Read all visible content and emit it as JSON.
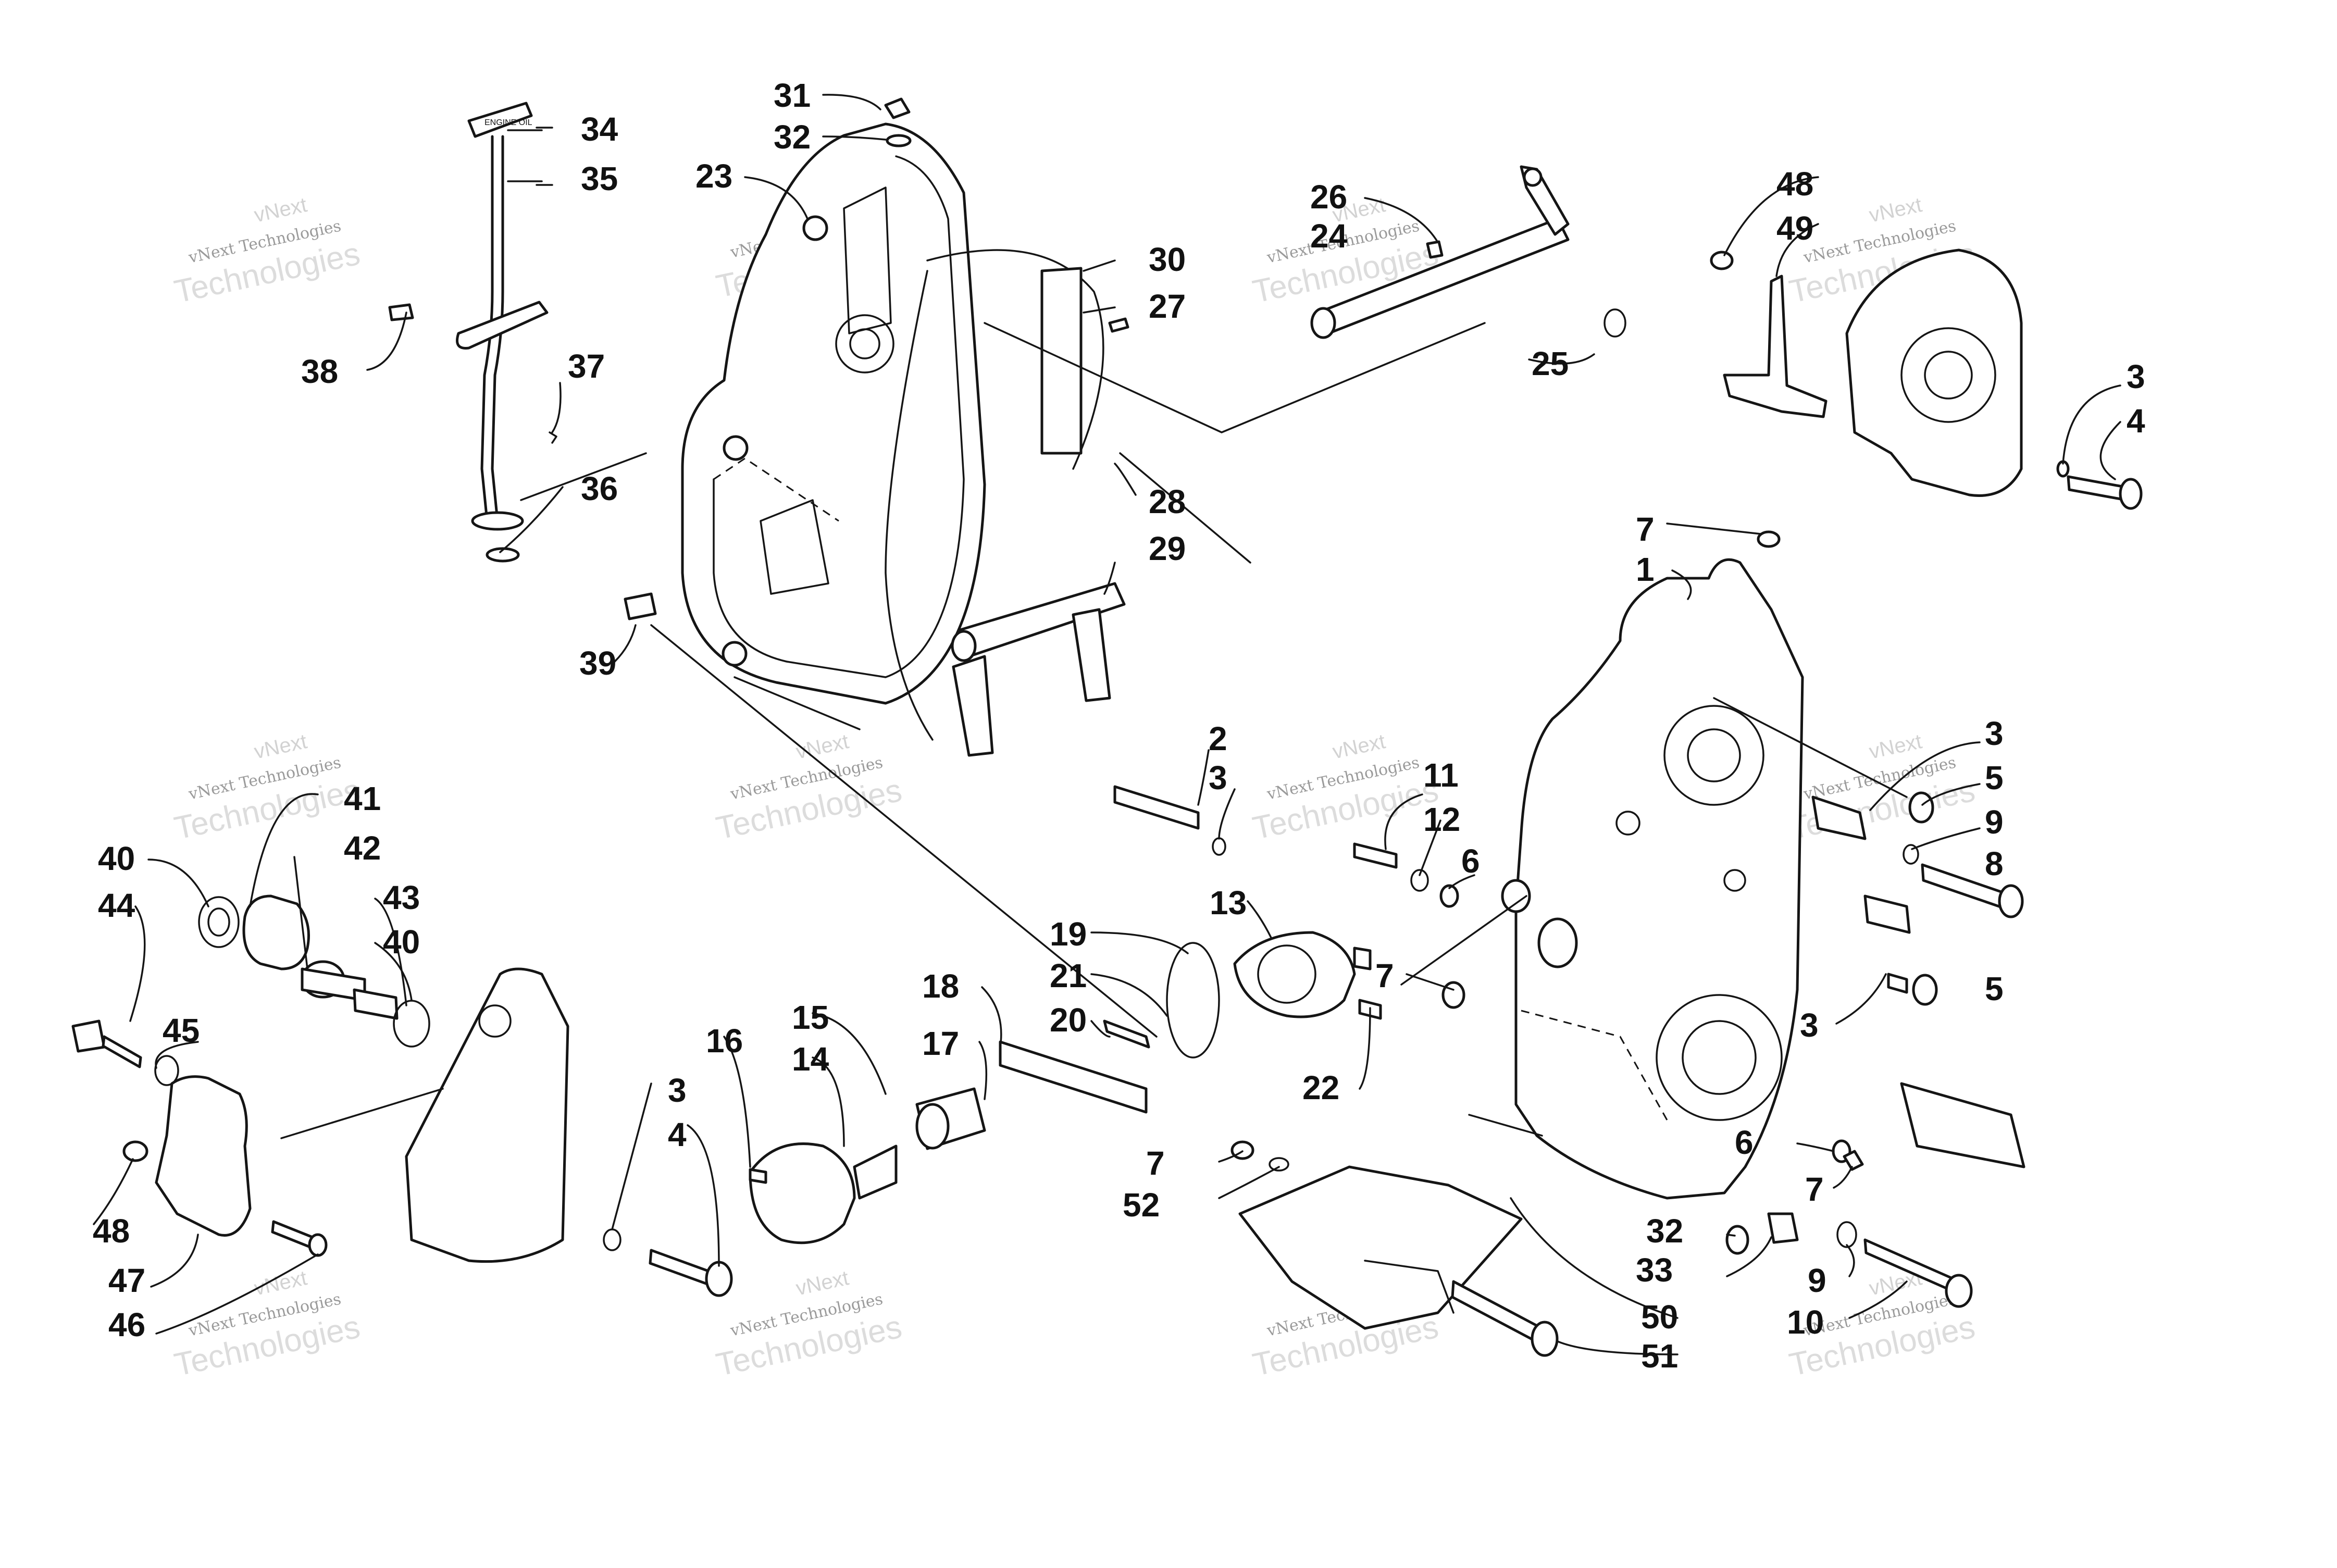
{
  "callouts": [
    {
      "text": "31"
    },
    {
      "text": "32"
    },
    {
      "text": "34"
    },
    {
      "text": "35"
    },
    {
      "text": "23"
    },
    {
      "text": "26"
    },
    {
      "text": "24"
    },
    {
      "text": "30"
    },
    {
      "text": "27"
    },
    {
      "text": "38"
    },
    {
      "text": "37"
    },
    {
      "text": "36"
    },
    {
      "text": "25"
    },
    {
      "text": "28"
    },
    {
      "text": "29"
    },
    {
      "text": "39"
    },
    {
      "text": "48"
    },
    {
      "text": "49"
    },
    {
      "text": "3"
    },
    {
      "text": "4"
    },
    {
      "text": "7"
    },
    {
      "text": "1"
    },
    {
      "text": "2"
    },
    {
      "text": "3"
    },
    {
      "text": "11"
    },
    {
      "text": "12"
    },
    {
      "text": "6"
    },
    {
      "text": "3"
    },
    {
      "text": "5"
    },
    {
      "text": "9"
    },
    {
      "text": "8"
    },
    {
      "text": "41"
    },
    {
      "text": "40"
    },
    {
      "text": "42"
    },
    {
      "text": "44"
    },
    {
      "text": "43"
    },
    {
      "text": "40"
    },
    {
      "text": "13"
    },
    {
      "text": "19"
    },
    {
      "text": "21"
    },
    {
      "text": "18"
    },
    {
      "text": "15"
    },
    {
      "text": "20"
    },
    {
      "text": "17"
    },
    {
      "text": "14"
    },
    {
      "text": "7"
    },
    {
      "text": "5"
    },
    {
      "text": "3"
    },
    {
      "text": "45"
    },
    {
      "text": "16"
    },
    {
      "text": "3"
    },
    {
      "text": "4"
    },
    {
      "text": "22"
    },
    {
      "text": "6"
    },
    {
      "text": "7"
    },
    {
      "text": "7"
    },
    {
      "text": "52"
    },
    {
      "text": "32"
    },
    {
      "text": "33"
    },
    {
      "text": "48"
    },
    {
      "text": "47"
    },
    {
      "text": "46"
    },
    {
      "text": "9"
    },
    {
      "text": "10"
    },
    {
      "text": "50"
    },
    {
      "text": "51"
    }
  ],
  "watermark": {
    "line1": "vNext",
    "line2": "vNext Technologies",
    "line3": "Technologies"
  },
  "handle_imprint": "ENGINE OIL"
}
